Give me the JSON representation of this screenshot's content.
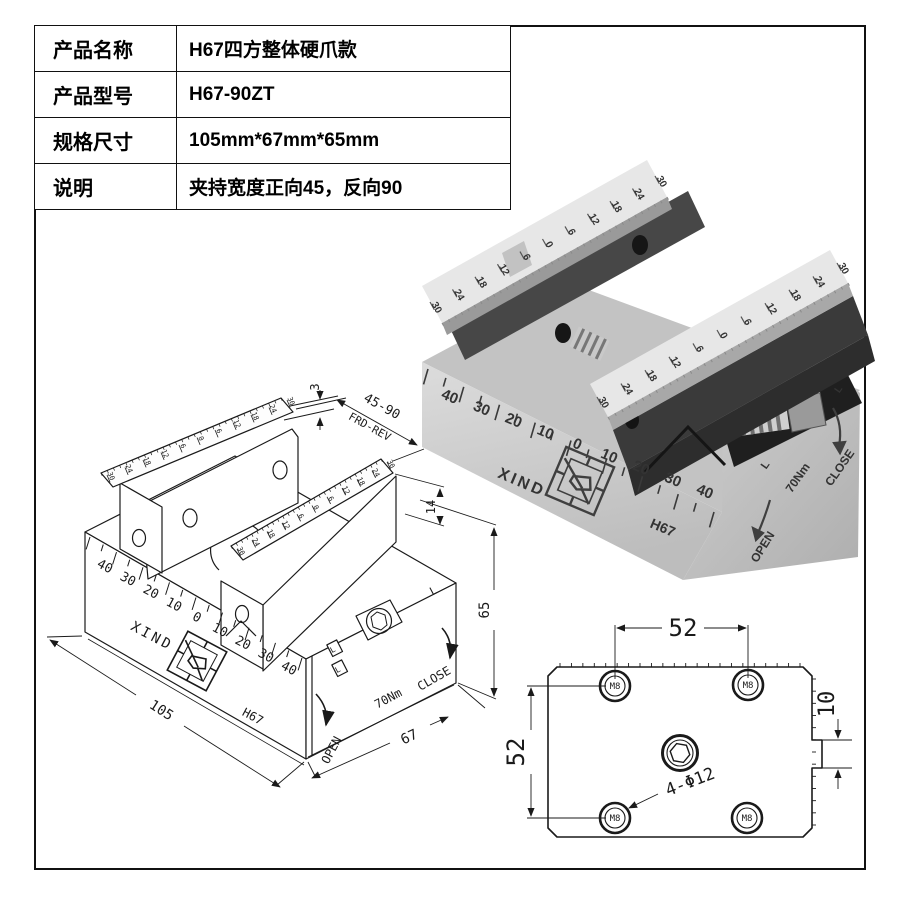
{
  "spec_table": {
    "rows": [
      {
        "label": "产品名称",
        "value": "H67四方整体硬爪款"
      },
      {
        "label": "产品型号",
        "value": "H67-90ZT"
      },
      {
        "label": "规格尺寸",
        "value": "105mm*67mm*65mm"
      },
      {
        "label": "说明",
        "value": "夹持宽度正向45，反向90"
      }
    ]
  },
  "product": {
    "brand": "XIND",
    "model": "H67",
    "torque_label": "70Nm",
    "close_label": "CLOSE",
    "open_label": "OPEN",
    "l_mark": "L",
    "base_scale": [
      "40",
      "30",
      "20",
      "10",
      "0",
      "10",
      "20",
      "30",
      "40"
    ],
    "jaw_scale": [
      "30",
      "24",
      "18",
      "12",
      "6",
      "0",
      "6",
      "12",
      "18",
      "24",
      "30"
    ]
  },
  "iso_drawing": {
    "dim_plate_thickness": "3",
    "dim_clamp_range": "45-90",
    "dim_clamp_mode": "FRD-REV",
    "dim_jaw_step": "14",
    "dim_height": "65",
    "dim_length": "105",
    "dim_width": "67"
  },
  "bottom_view": {
    "dim_hole_spacing_h": "52",
    "dim_hole_spacing_v": "52",
    "dim_key_height": "10",
    "hole_note": "4-Φ12",
    "thread_label": "M8"
  },
  "colors": {
    "line": "#1a1a1a",
    "metal_light": "#d6d6d6",
    "metal_mid": "#bfbfbf",
    "jaw_dark": "#454545",
    "ruler": "#e7e7e7",
    "recess": "#1f1f1f"
  }
}
